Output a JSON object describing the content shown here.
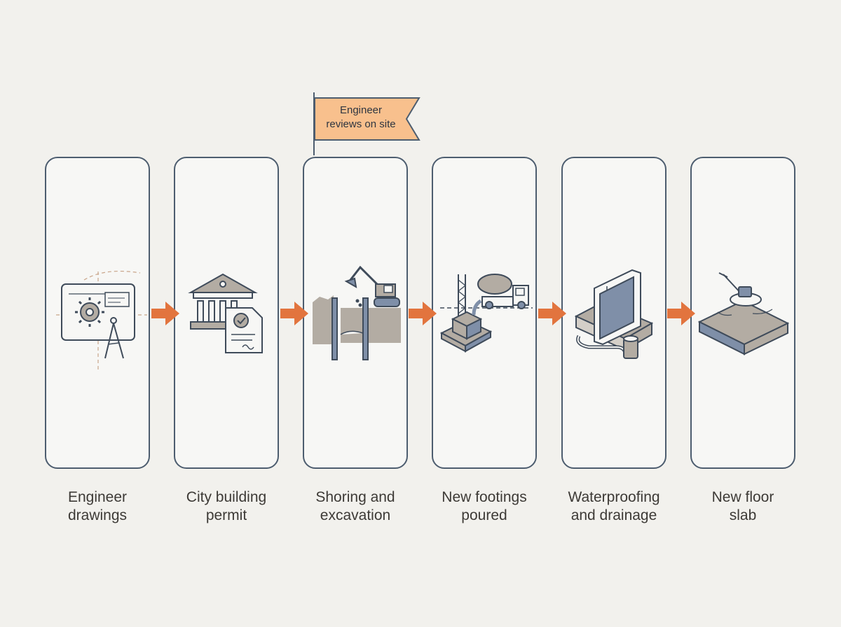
{
  "steps": [
    {
      "label": "Engineer\ndrawings",
      "icon": "blueprint-icon"
    },
    {
      "label": "City building\npermit",
      "icon": "city-hall-permit-icon"
    },
    {
      "label": "Shoring and\nexcavation",
      "icon": "excavator-icon"
    },
    {
      "label": "New footings\npoured",
      "icon": "concrete-truck-icon"
    },
    {
      "label": "Waterproofing\nand drainage",
      "icon": "waterproofing-icon"
    },
    {
      "label": "New floor\nslab",
      "icon": "floor-slab-icon"
    }
  ],
  "flag": {
    "label": "Engineer\nreviews on site",
    "icon": "flag-icon"
  },
  "colors": {
    "card_border": "#4d5d6f",
    "arrow": "#e2743e",
    "flag_fill": "#f8c08d",
    "icon_stroke": "#3f4b5a",
    "icon_fill_gray": "#b3aca3",
    "icon_fill_blue": "#7f8fa8",
    "background": "#f2f1ed"
  }
}
